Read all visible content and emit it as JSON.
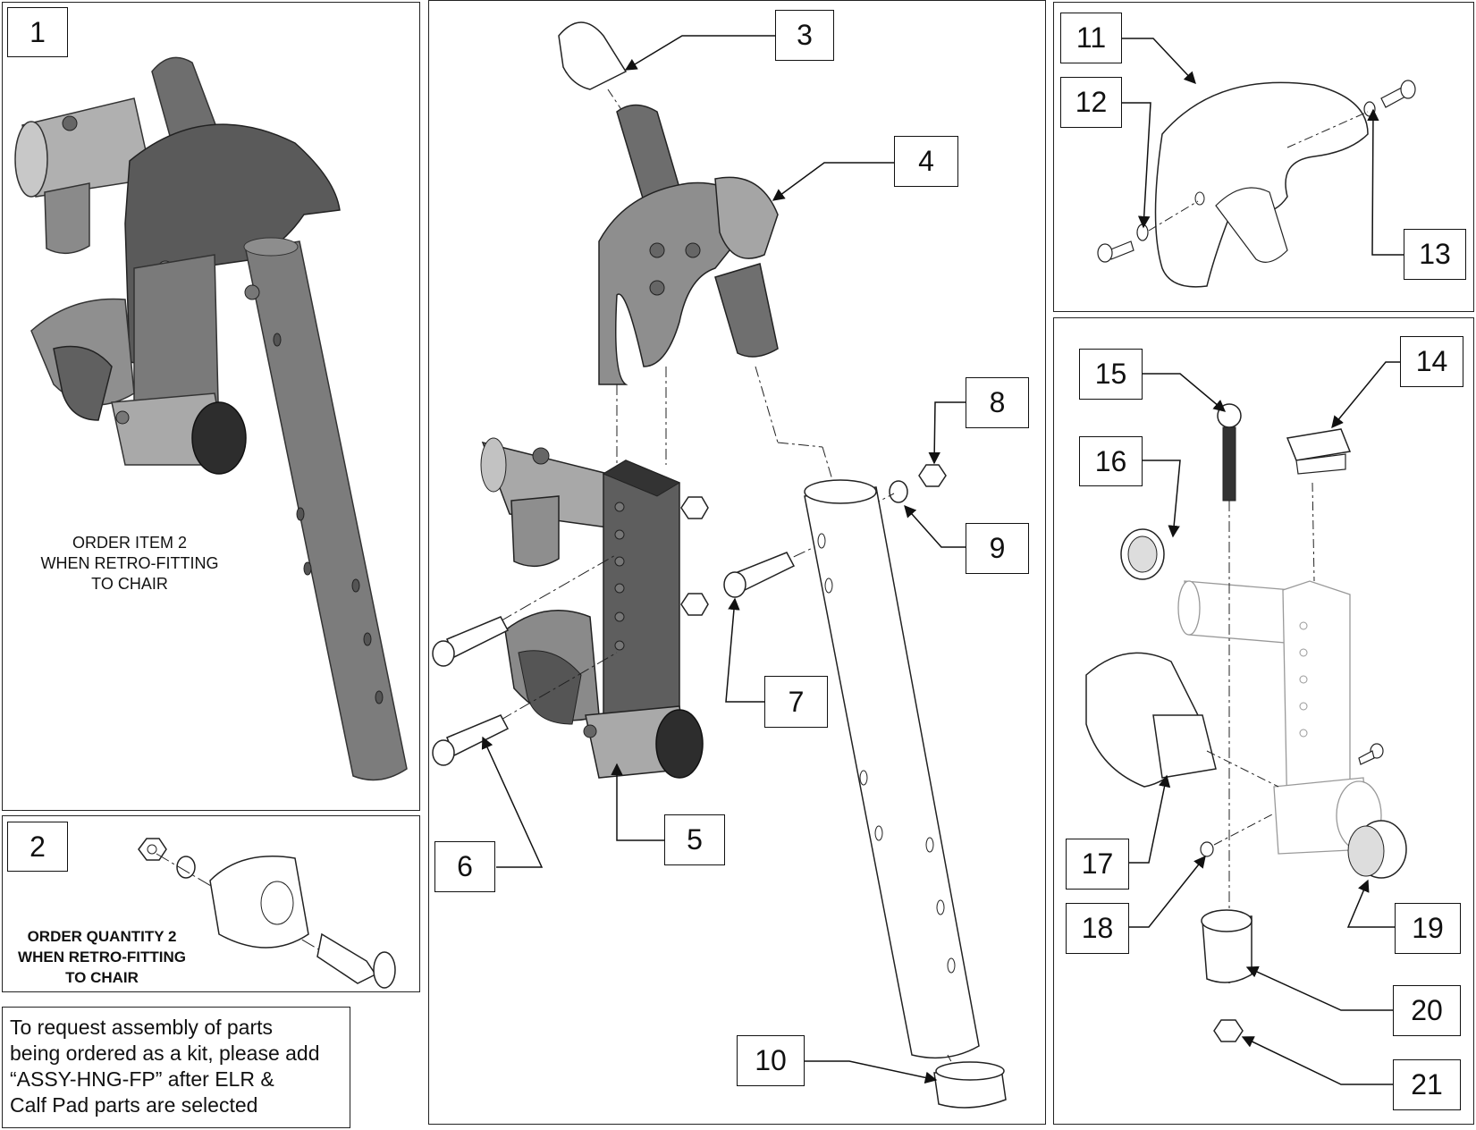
{
  "callouts": {
    "c1": "1",
    "c2": "2",
    "c3": "3",
    "c4": "4",
    "c5": "5",
    "c6": "6",
    "c7": "7",
    "c8": "8",
    "c9": "9",
    "c10": "10",
    "c11": "11",
    "c12": "12",
    "c13": "13",
    "c14": "14",
    "c15": "15",
    "c16": "16",
    "c17": "17",
    "c18": "18",
    "c19": "19",
    "c20": "20",
    "c21": "21"
  },
  "notes": {
    "item2_line1": "ORDER ITEM 2",
    "item2_line2": "WHEN RETRO-FITTING",
    "item2_line3": "TO CHAIR",
    "qty_line1": "ORDER QUANTITY 2",
    "qty_line2": "WHEN RETRO-FITTING",
    "qty_line3": "TO CHAIR"
  },
  "kit_note": {
    "line1": "To request assembly of parts",
    "line2": "being ordered as a kit, please add",
    "line3": "“ASSY-HNG-FP” after ELR &",
    "line4": "Calf Pad parts are selected"
  },
  "colors": {
    "dark_part": "#555555",
    "mid_part": "#7d7d7d",
    "light_part": "#b4b4b4",
    "ghost_part": "#9a9a9a"
  }
}
